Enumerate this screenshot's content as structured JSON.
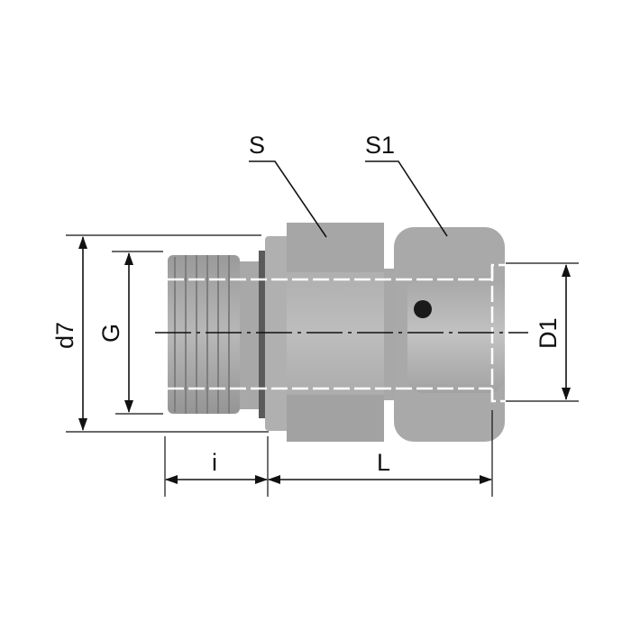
{
  "diagram": {
    "subject": "Straight male stud connector with swivel nut",
    "labels": {
      "S": "S",
      "S1": "S1",
      "d7": "d7",
      "G": "G",
      "D1": "D1",
      "i": "i",
      "L": "L"
    },
    "colors": {
      "line": "#111111",
      "metal_light": "#b4b4b4",
      "metal_mid": "#a0a0a0",
      "metal_dark": "#888888",
      "hidden_line": "#ffffff",
      "hole": "#1a1a1a"
    }
  }
}
